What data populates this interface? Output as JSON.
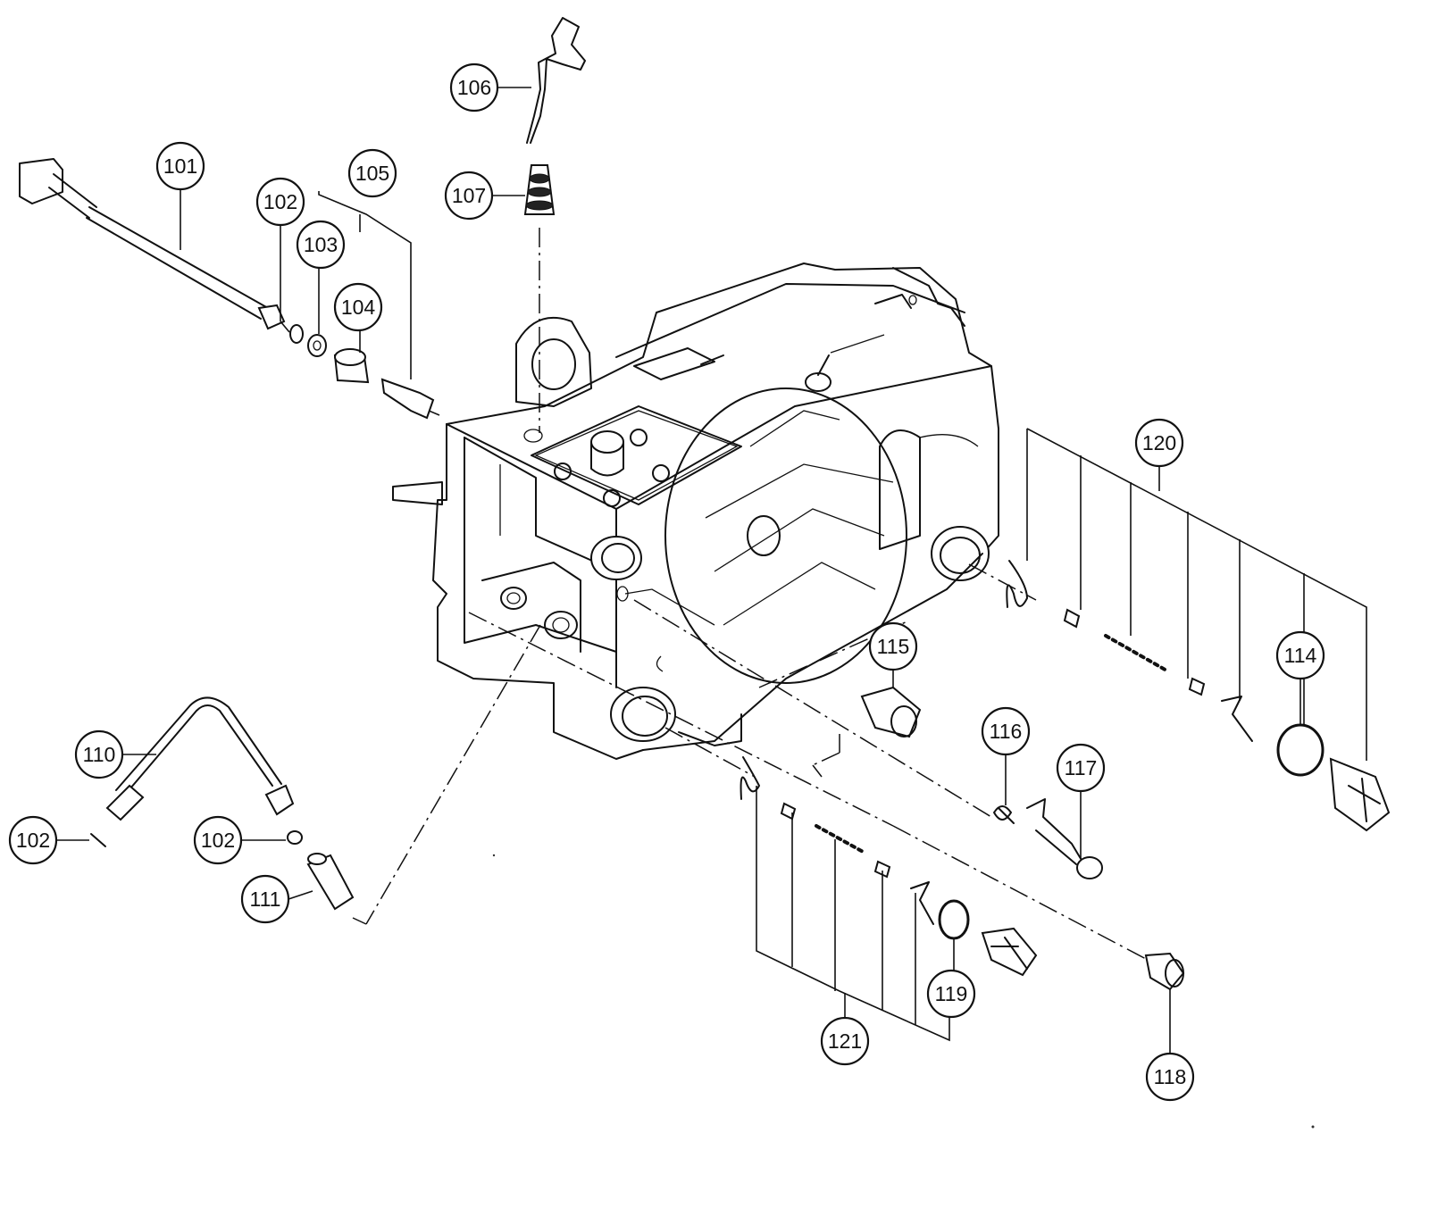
{
  "callouts": [
    {
      "id": "c101",
      "label": "101"
    },
    {
      "id": "c102a",
      "label": "102"
    },
    {
      "id": "c103",
      "label": "103"
    },
    {
      "id": "c104",
      "label": "104"
    },
    {
      "id": "c105",
      "label": "105"
    },
    {
      "id": "c106",
      "label": "106"
    },
    {
      "id": "c107",
      "label": "107"
    },
    {
      "id": "c110",
      "label": "110"
    },
    {
      "id": "c102b",
      "label": "102"
    },
    {
      "id": "c102c",
      "label": "102"
    },
    {
      "id": "c111",
      "label": "111"
    },
    {
      "id": "c114",
      "label": "114"
    },
    {
      "id": "c115",
      "label": "115"
    },
    {
      "id": "c116",
      "label": "116"
    },
    {
      "id": "c117",
      "label": "117"
    },
    {
      "id": "c118",
      "label": "118"
    },
    {
      "id": "c119",
      "label": "119"
    },
    {
      "id": "c120",
      "label": "120"
    },
    {
      "id": "c121",
      "label": "121"
    }
  ]
}
